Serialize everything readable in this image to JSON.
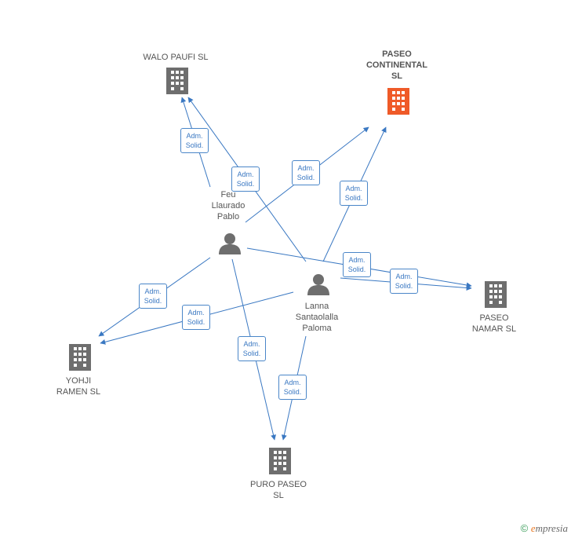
{
  "nodes": {
    "walo": {
      "label_lines": [
        "WALO PAUFI  SL"
      ],
      "color": "#6e6e6e"
    },
    "paseo_cont": {
      "label_lines": [
        "PASEO",
        "CONTINENTAL",
        "SL"
      ],
      "color": "#ef5a28"
    },
    "paseo_namar": {
      "label_lines": [
        "PASEO",
        "NAMAR  SL"
      ],
      "color": "#6e6e6e"
    },
    "yohji": {
      "label_lines": [
        "YOHJI",
        "RAMEN  SL"
      ],
      "color": "#6e6e6e"
    },
    "puro": {
      "label_lines": [
        "PURO PASEO",
        "SL"
      ],
      "color": "#6e6e6e"
    }
  },
  "persons": {
    "feu": {
      "label_lines": [
        "Feu",
        "Llaurado",
        "Pablo"
      ],
      "color": "#6e6e6e"
    },
    "lanna": {
      "label_lines": [
        "Lanna",
        "Santaolalla",
        "Paloma"
      ],
      "color": "#6e6e6e"
    }
  },
  "edge_label": {
    "line1": "Adm.",
    "line2": "Solid."
  },
  "edge_color": "#3a78c2",
  "footer": {
    "copyright": "©",
    "brand_e": "e",
    "brand_rest": "mpresia"
  }
}
